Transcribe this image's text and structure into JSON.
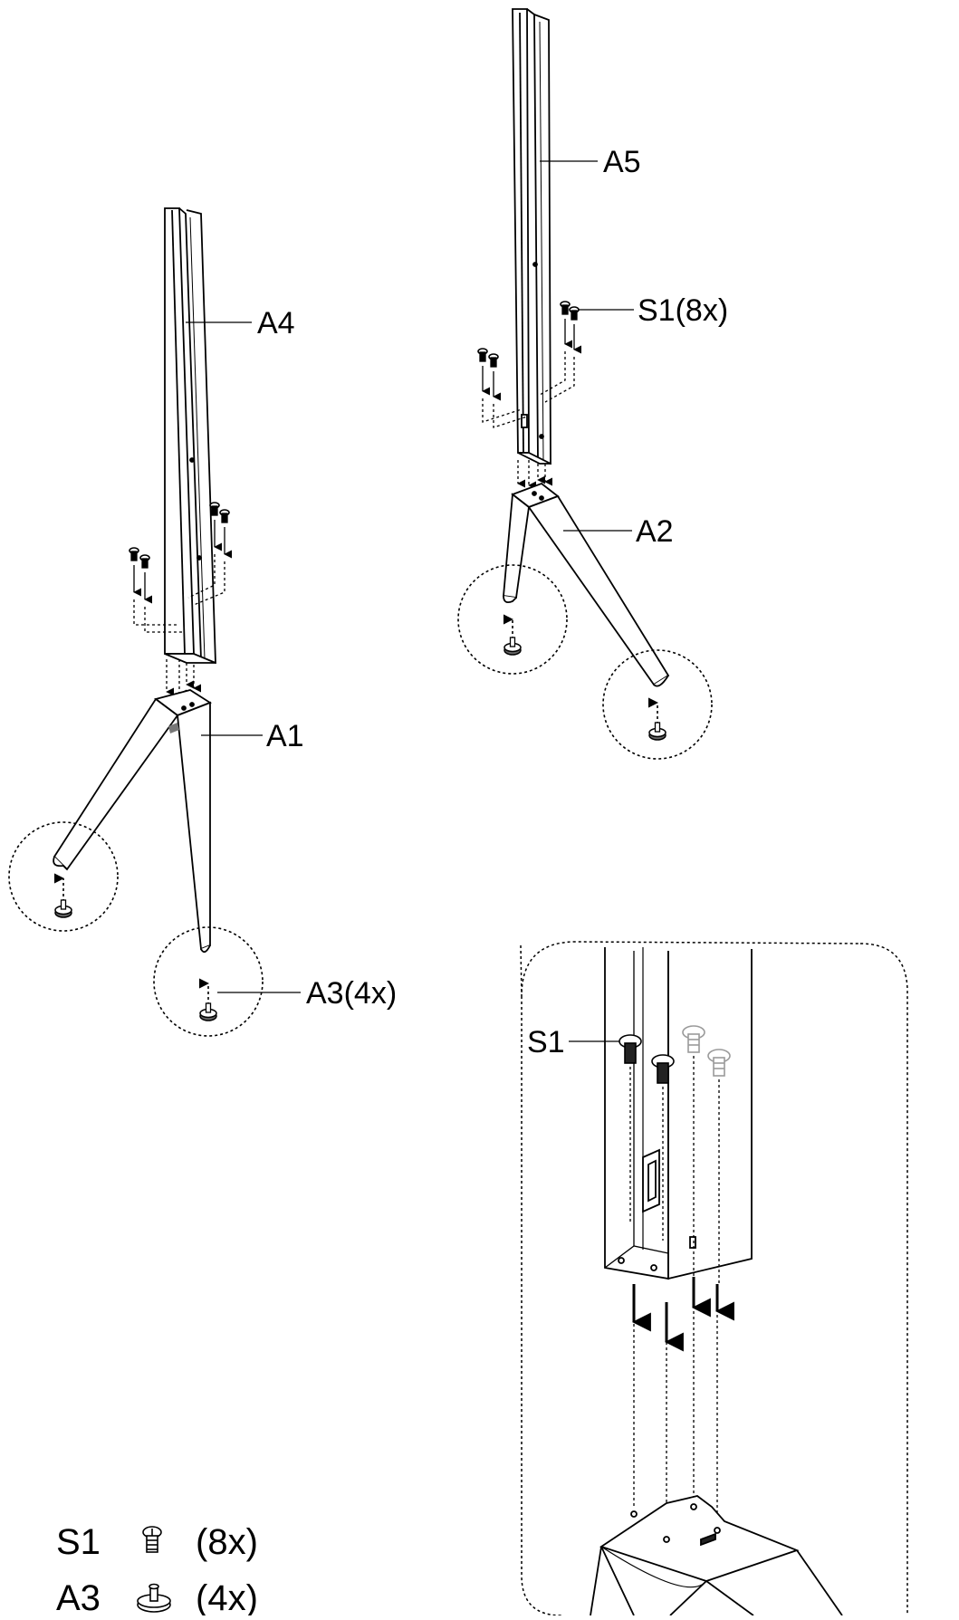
{
  "callouts": {
    "a1": "A1",
    "a2": "A2",
    "a3": "A3(4x)",
    "a4": "A4",
    "a5": "A5",
    "s1": "S1(8x)",
    "s1_detail": "S1"
  },
  "parts_legend": [
    {
      "code": "S1",
      "icon": "bolt-icon",
      "qty": "(8x)"
    },
    {
      "code": "A3",
      "icon": "foot-glide-icon",
      "qty": "(4x)"
    }
  ],
  "colors": {
    "line": "#000000",
    "light_bolt": "#9a9a9a",
    "background": "#ffffff"
  }
}
